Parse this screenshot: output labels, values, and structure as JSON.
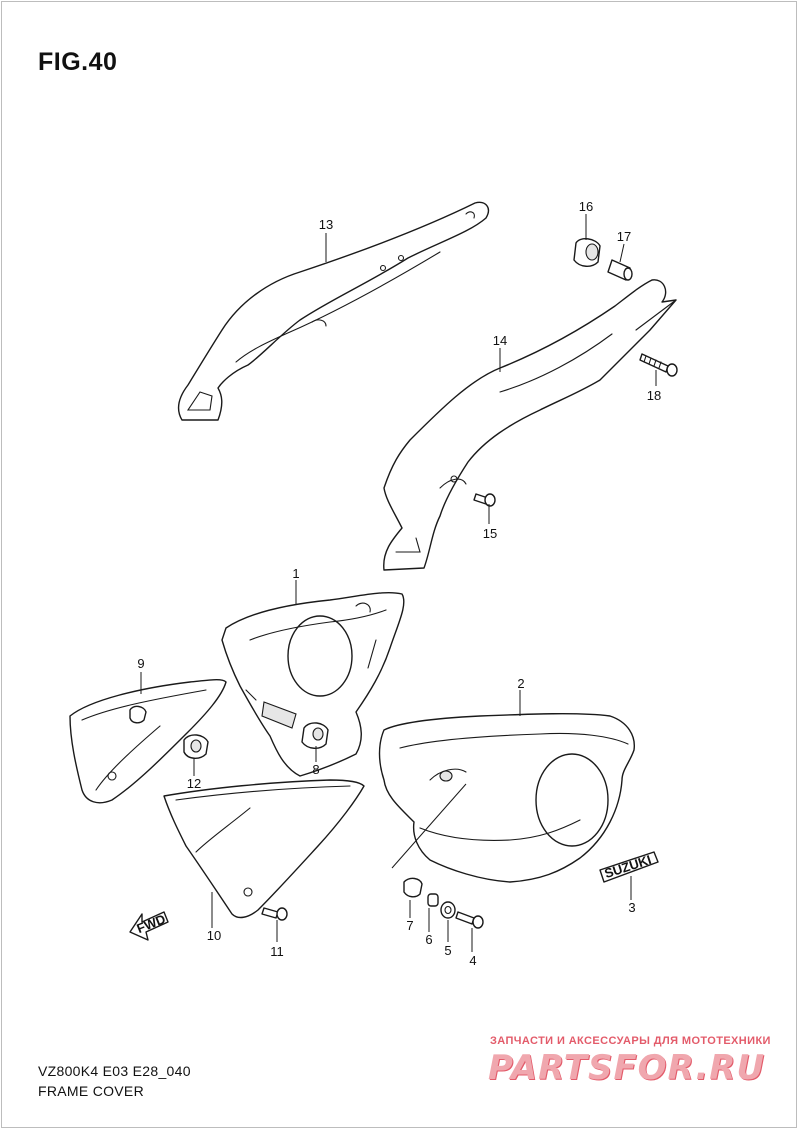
{
  "figure": {
    "title": "FIG.40"
  },
  "callouts": [
    "1",
    "2",
    "3",
    "4",
    "5",
    "6",
    "7",
    "8",
    "9",
    "10",
    "11",
    "12",
    "13",
    "14",
    "15",
    "16",
    "17",
    "18"
  ],
  "emblem_text": "SUZUKI",
  "fwd_text": "FWD",
  "footer": {
    "model_code": "VZ800K4 E03 E28_040",
    "section_name": "FRAME COVER"
  },
  "watermark": {
    "tagline": "ЗАПЧАСТИ И АКСЕССУАРЫ ДЛЯ МОТОТЕХНИКИ",
    "logo": "PARTSFOR.RU"
  }
}
